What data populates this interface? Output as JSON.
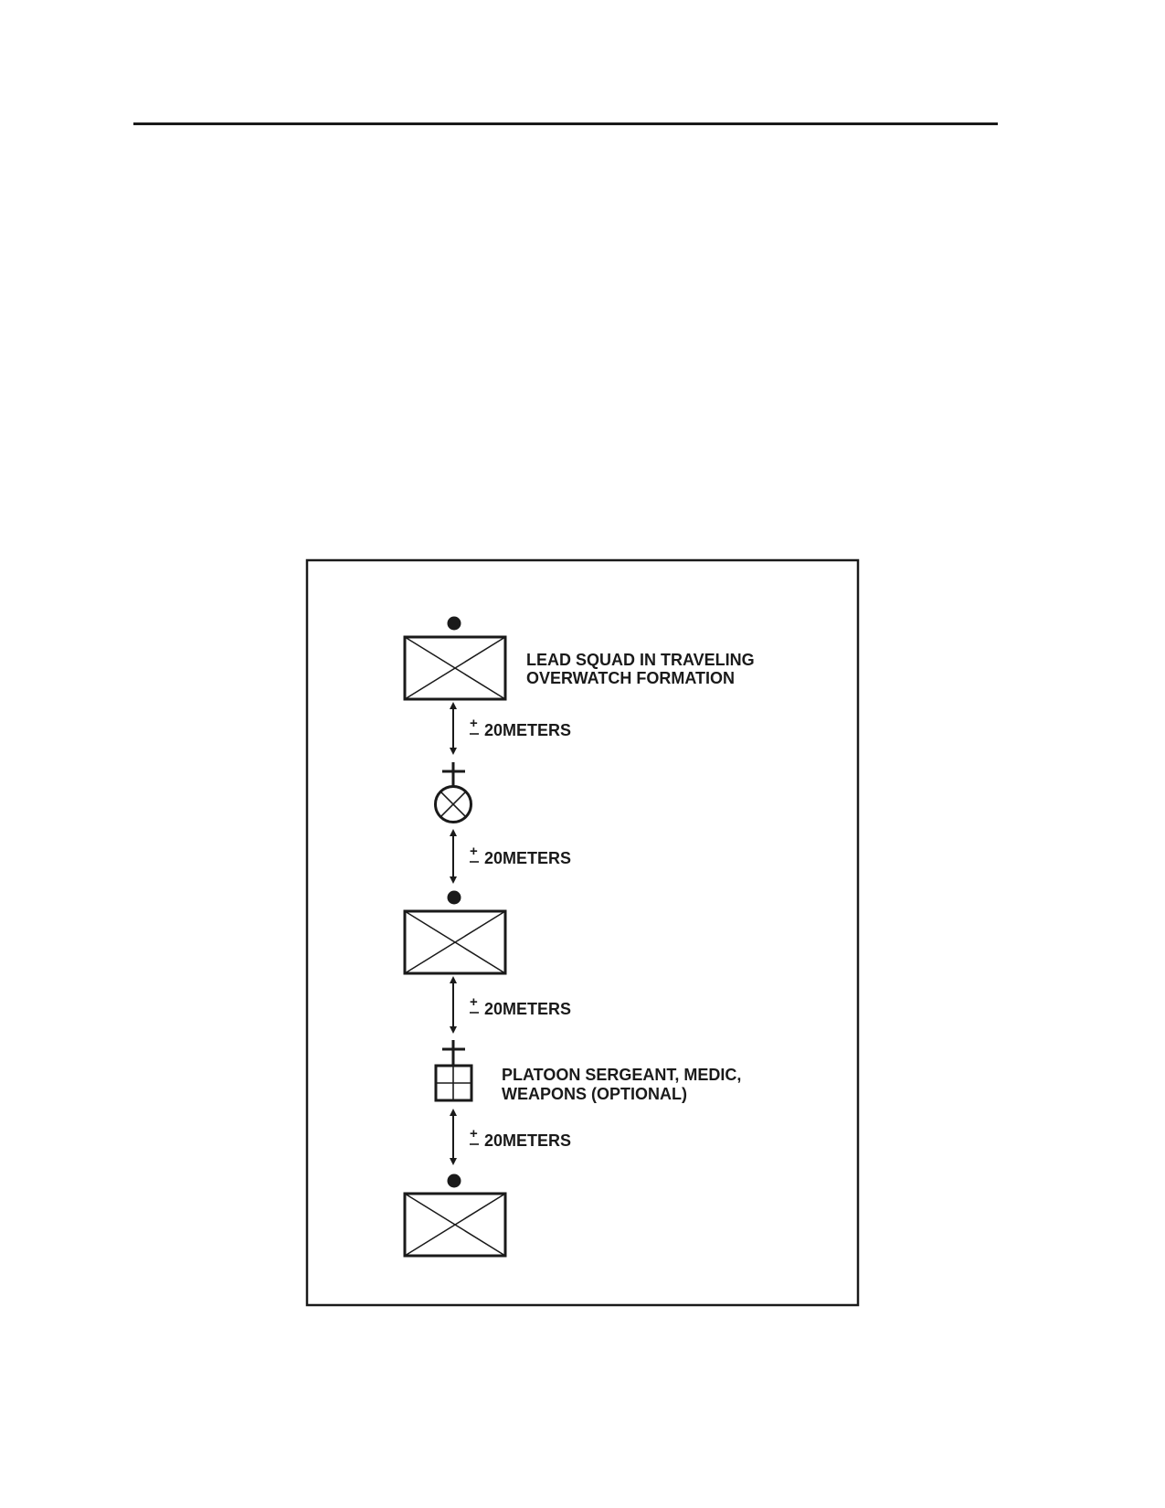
{
  "labels": {
    "lead_squad_line1": "LEAD SQUAD IN TRAVELING",
    "lead_squad_line2": "OVERWATCH FORMATION",
    "platoon_sgt_line1": "PLATOON SERGEANT, MEDIC,",
    "platoon_sgt_line2": "WEAPONS (OPTIONAL)",
    "plus_minus": "+",
    "distance": "20METERS"
  },
  "colors": {
    "ink": "#1a1a1a",
    "background": "#ffffff"
  },
  "icons": {
    "squad": "squad-symbol-icon",
    "leader": "platoon-leader-symbol-icon",
    "sergeant": "platoon-sergeant-symbol-icon",
    "distance": "double-arrow-icon"
  }
}
